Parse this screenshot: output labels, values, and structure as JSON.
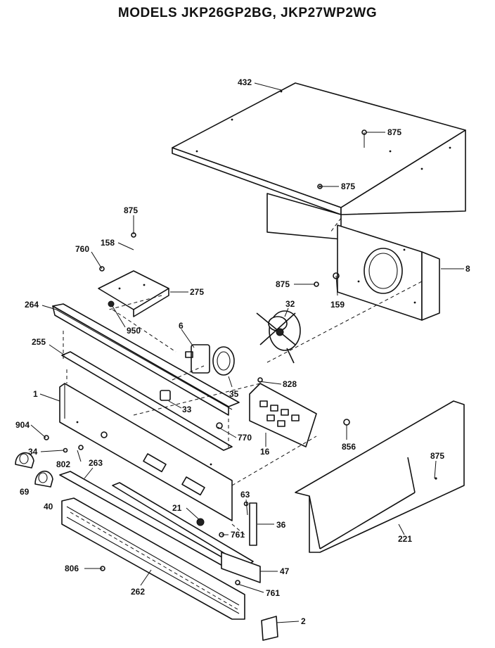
{
  "title": "MODELS JKP26GP2BG, JKP27WP2WG",
  "parts": [
    {
      "id": "p432",
      "num": "432"
    },
    {
      "id": "p875a",
      "num": "875"
    },
    {
      "id": "p875b",
      "num": "875"
    },
    {
      "id": "p875c",
      "num": "875"
    },
    {
      "id": "p158",
      "num": "158"
    },
    {
      "id": "p760",
      "num": "760"
    },
    {
      "id": "p275",
      "num": "275"
    },
    {
      "id": "p264",
      "num": "264"
    },
    {
      "id": "p950",
      "num": "950"
    },
    {
      "id": "p875d",
      "num": "875"
    },
    {
      "id": "p159",
      "num": "159"
    },
    {
      "id": "p8",
      "num": "8"
    },
    {
      "id": "p32",
      "num": "32"
    },
    {
      "id": "p6",
      "num": "6"
    },
    {
      "id": "p255",
      "num": "255"
    },
    {
      "id": "p35",
      "num": "35"
    },
    {
      "id": "p828",
      "num": "828"
    },
    {
      "id": "p1",
      "num": "1"
    },
    {
      "id": "p33",
      "num": "33"
    },
    {
      "id": "p904",
      "num": "904"
    },
    {
      "id": "p770",
      "num": "770"
    },
    {
      "id": "p16",
      "num": "16"
    },
    {
      "id": "p856",
      "num": "856"
    },
    {
      "id": "p875e",
      "num": "875"
    },
    {
      "id": "p34",
      "num": "34"
    },
    {
      "id": "p802",
      "num": "802"
    },
    {
      "id": "p263",
      "num": "263"
    },
    {
      "id": "p69",
      "num": "69"
    },
    {
      "id": "p40",
      "num": "40"
    },
    {
      "id": "p63",
      "num": "63"
    },
    {
      "id": "p21",
      "num": "21"
    },
    {
      "id": "p36",
      "num": "36"
    },
    {
      "id": "p761a",
      "num": "761"
    },
    {
      "id": "p221",
      "num": "221"
    },
    {
      "id": "p806",
      "num": "806"
    },
    {
      "id": "p47",
      "num": "47"
    },
    {
      "id": "p262",
      "num": "262"
    },
    {
      "id": "p761b",
      "num": "761"
    },
    {
      "id": "p2",
      "num": "2"
    }
  ]
}
